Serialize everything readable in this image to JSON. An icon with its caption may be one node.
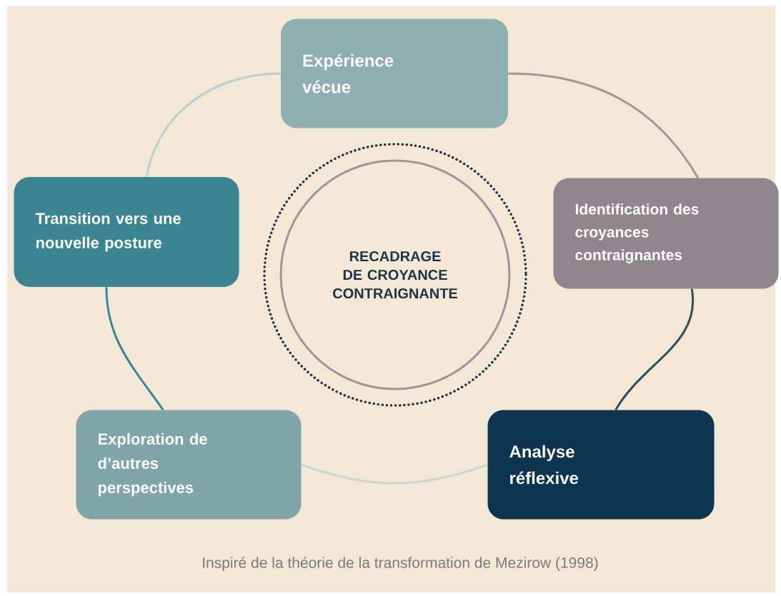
{
  "diagram": {
    "caption": "Inspiré de la théorie de la transformation de Mezirow (1998)",
    "nodes": [
      {
        "text": [
          "Expérience vécue"
        ]
      },
      {
        "text": [
          "Identification des croyances contraignantes"
        ]
      },
      {
        "text": [
          "Analyse réflexive"
        ]
      },
      {
        "text": [
          "Exploration de d’autres perspectives"
        ]
      },
      {
        "text": [
          "Transition vers une nouvelle posture"
        ]
      },
      {
        "text": [
          "RECADRAGE DE CROYANCE CONTRAIGNANTE"
        ]
      }
    ],
    "edges": [
      {
        "from": 0,
        "to": 1,
        "arrow": "none",
        "color": "#9c9599"
      },
      {
        "from": 1,
        "to": 2,
        "arrow": "none",
        "color": "#2f4f5f"
      },
      {
        "from": 2,
        "to": 3,
        "arrow": "none",
        "color": "#c8d7d6"
      },
      {
        "from": 3,
        "to": 4,
        "arrow": "none",
        "color": "#3b8592"
      },
      {
        "from": 4,
        "to": 0,
        "arrow": "none",
        "color": "#b8d0cf"
      }
    ]
  }
}
